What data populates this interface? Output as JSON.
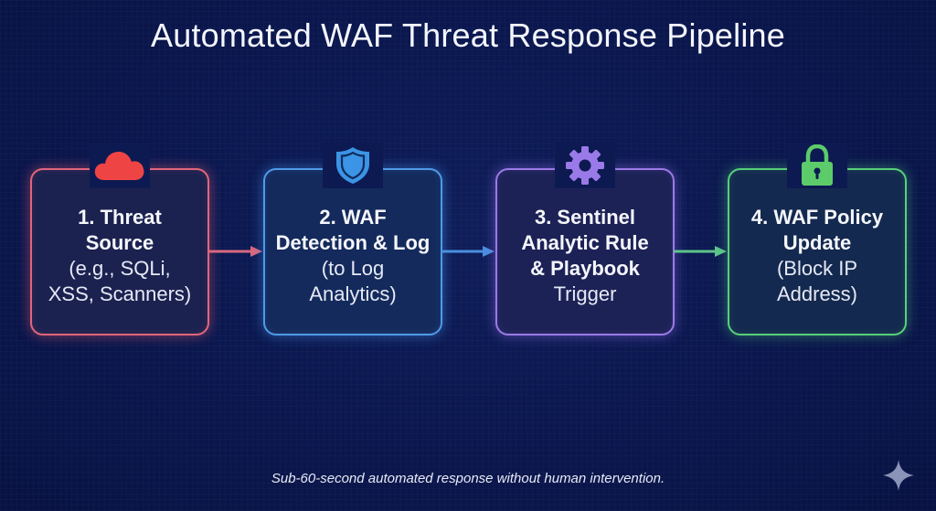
{
  "title": "Automated WAF Threat Response Pipeline",
  "stages": [
    {
      "step": "1",
      "heading_lines": [
        "1. Threat",
        "Source"
      ],
      "detail_lines": [
        "(e.g., SQLi,",
        "XSS, Scanners)"
      ],
      "icon": "cloud-icon",
      "color": "#e0667b",
      "icon_color": "#ef4444"
    },
    {
      "step": "2",
      "heading_lines": [
        "2. WAF",
        "Detection & Log"
      ],
      "detail_lines": [
        "(to Log",
        "Analytics)"
      ],
      "icon": "shield-icon",
      "color": "#4f9ae8",
      "icon_color": "#3b94e6"
    },
    {
      "step": "3",
      "heading_lines": [
        "3. Sentinel",
        "Analytic Rule",
        "& Playbook"
      ],
      "detail_lines": [
        "Trigger"
      ],
      "icon": "gear-icon",
      "color": "#9b7ae6",
      "icon_color": "#9a7ae8"
    },
    {
      "step": "4",
      "heading_lines": [
        "4. WAF Policy",
        "Update"
      ],
      "detail_lines": [
        "(Block IP",
        "Address)"
      ],
      "icon": "lock-icon",
      "color": "#58cf7a",
      "icon_color": "#5ccc6a"
    }
  ],
  "connectors": [
    {
      "from": "1",
      "to": "2",
      "color": "#d9687f"
    },
    {
      "from": "2",
      "to": "3",
      "color": "#4a8fe0"
    },
    {
      "from": "3",
      "to": "4",
      "color": "#5dc48a"
    }
  ],
  "footer": "Sub-60-second automated response without human intervention.",
  "corner_icon": "sparkle-icon"
}
